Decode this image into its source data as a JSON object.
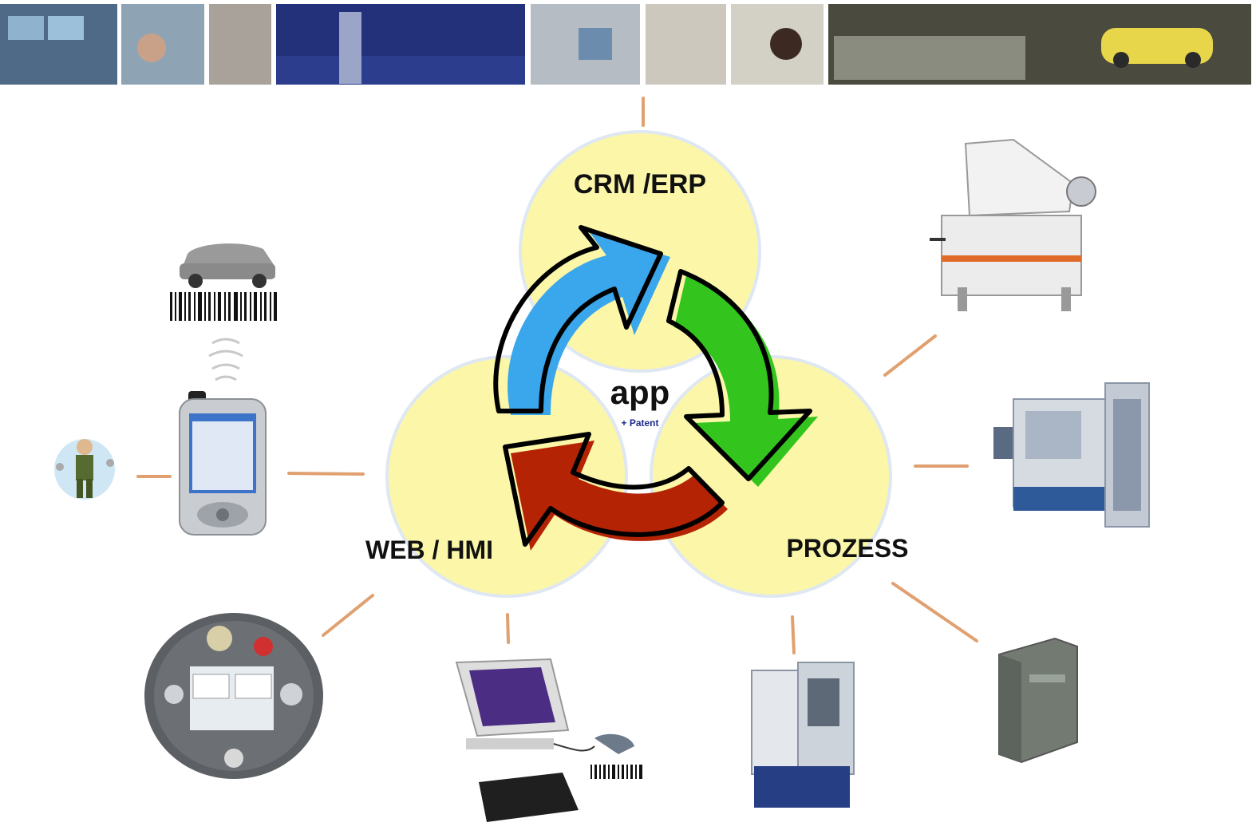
{
  "center": {
    "title": "app",
    "subtitle": "+ Patent"
  },
  "circles": {
    "top": {
      "label": "CRM /ERP"
    },
    "left": {
      "label": "WEB / HMI"
    },
    "right": {
      "label": "PROZESS"
    }
  },
  "colors": {
    "circle_fill": "#fbf6a8",
    "circle_edge": "#dfe8f2",
    "arrow_blue": "#3aa6ec",
    "arrow_green": "#33c51d",
    "arrow_red": "#b52305",
    "connector": "#e0a070"
  },
  "photo_strip": [
    "control-room-operators",
    "office-worker-woman",
    "lab-microscope",
    "industrial-plant-at-night",
    "man-at-computer",
    "engineer-at-terminal",
    "woman-at-monitor",
    "control-panel-and-race-car"
  ],
  "devices": {
    "car": "car-icon",
    "barcode_top": "barcode-icon",
    "wireless": "wireless-signal-icon",
    "worker": "worker-icon",
    "handheld": "pda-handheld-icon",
    "band_saw": "band-saw-machine-icon",
    "cnc_machine": "cnc-machine-icon",
    "operator_panel": "mobile-operator-panel-icon",
    "desktop_pc": "desktop-computer-icon",
    "barcode_bottom": "barcode-icon",
    "lathe": "cnc-lathe-icon",
    "plc": "plc-controller-icon"
  }
}
